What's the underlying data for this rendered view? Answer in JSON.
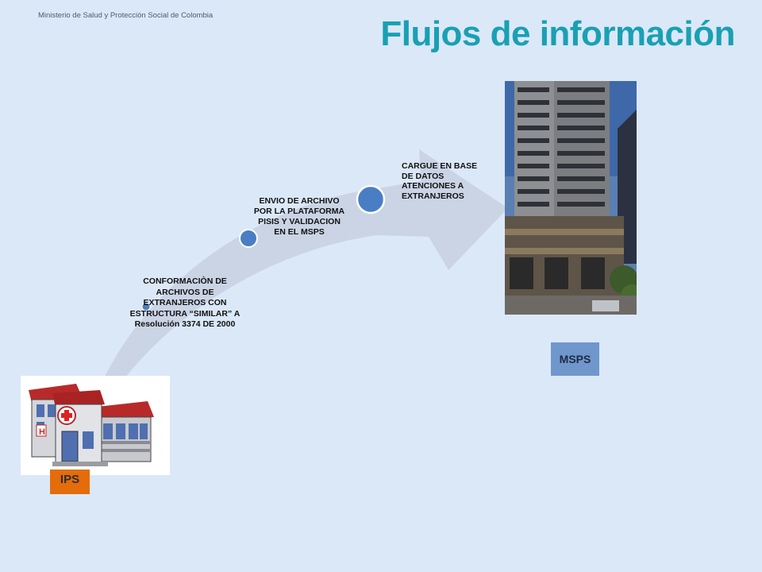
{
  "header": {
    "ministry": "Ministerio de Salud y Protección Social de Colombia",
    "title": "Flujos de información"
  },
  "steps": [
    {
      "text": "CONFORMACIÒN DE ARCHIVOS DE EXTRANJEROS CON ESTRUCTURA “SIMILAR” A Resolución 3374 DE 2000"
    },
    {
      "text": "ENVIO DE ARCHIVO POR LA PLATAFORMA PISIS Y VALIDACION EN EL MSPS"
    },
    {
      "text": "CARGUE EN BASE DE DATOS ATENCIONES A EXTRANJEROS"
    }
  ],
  "nodes": {
    "source": {
      "label": "IPS",
      "icon": "hospital-icon",
      "color": "#e46c0a"
    },
    "target": {
      "label": "MSPS",
      "icon": "office-building-photo",
      "color": "#6f97cc"
    }
  },
  "colors": {
    "background": "#dbe8f8",
    "title": "#1aa0b3",
    "arrow": "#c9d3e4",
    "dot": "#4a7ec4"
  }
}
